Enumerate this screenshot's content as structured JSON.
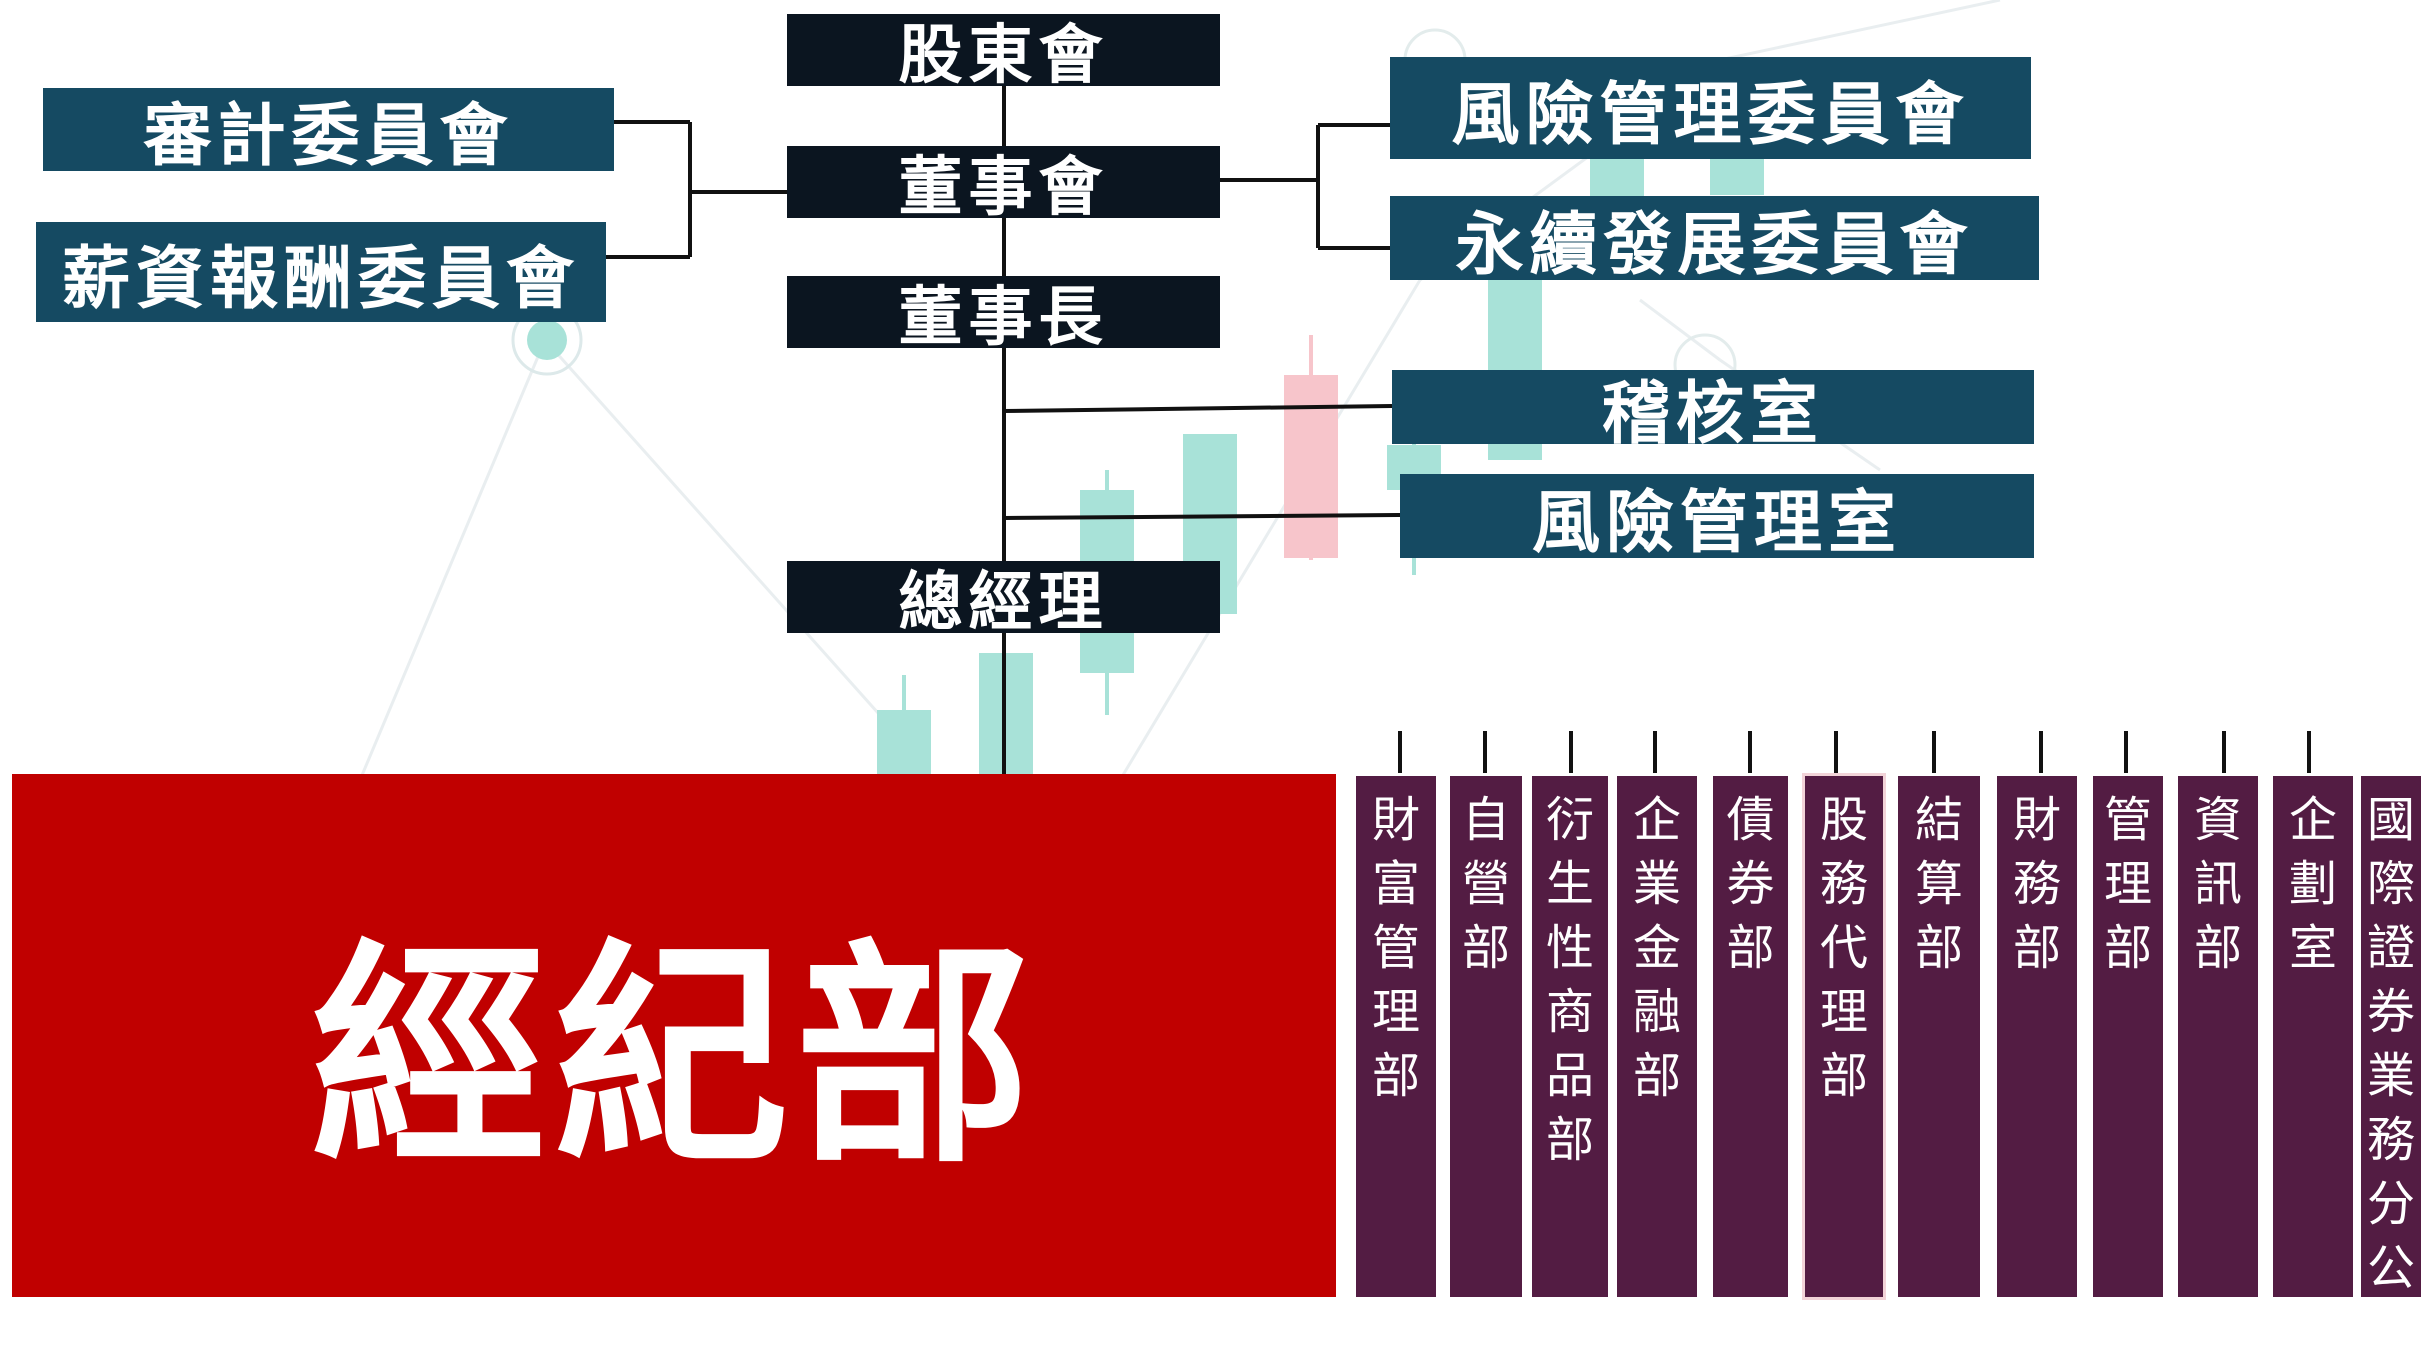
{
  "colors": {
    "dark_box": "#0b1520",
    "blue_box": "#154a62",
    "broker_red": "#c00000",
    "dept_purple": "#531c43",
    "candle_green": "#a8e2d8",
    "candle_pink": "#f7c5cb"
  },
  "chain": {
    "shareholders": "股東會",
    "board": "董事會",
    "chairman": "董事長",
    "gm": "總經理"
  },
  "left_committees": {
    "audit": "審計委員會",
    "remuneration": "薪資報酬委員會"
  },
  "right_committees": {
    "risk_committee": "風險管理委員會",
    "sustainability": "永續發展委員會"
  },
  "offices": {
    "internal_audit": "稽核室",
    "risk_office": "風險管理室"
  },
  "brokerage": "經紀部",
  "departments": [
    "財富管理部",
    "自營部",
    "衍生性商品部",
    "企業金融部",
    "債券部",
    "股務代理部",
    "結算部",
    "財務部",
    "管理部",
    "資訊部",
    "企劃室",
    "國際證券業務分公司"
  ]
}
